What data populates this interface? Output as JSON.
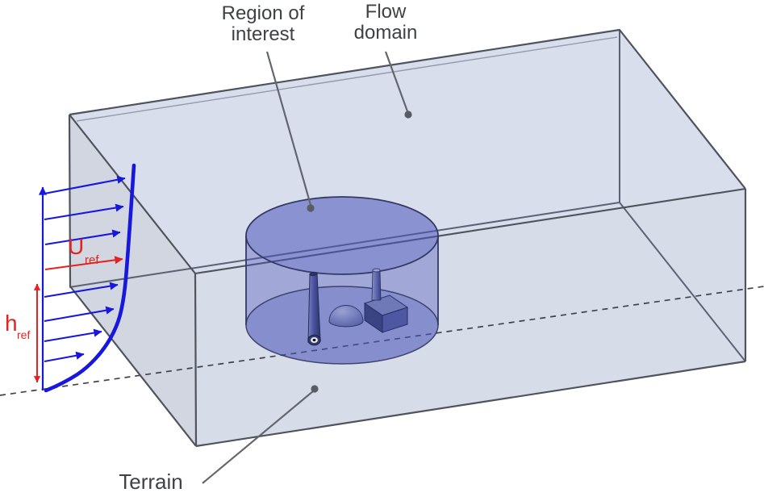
{
  "annotations": {
    "region_of_interest": {
      "line1": "Region of",
      "line2": "interest"
    },
    "flow_domain": {
      "line1": "Flow",
      "line2": "domain"
    },
    "terrain": {
      "label": "Terrain"
    },
    "u_ref": {
      "symbol": "U",
      "subscript": "ref"
    },
    "h_ref": {
      "symbol": "h",
      "subscript": "ref"
    }
  },
  "colors": {
    "profile_blue": "#1717dd",
    "annotation_red": "#e42320",
    "box_edge": "#4e535c",
    "interior_edge": "#5c6274",
    "ground_dash": "#3f434b",
    "leader_gray": "#63666d",
    "dot_gray": "#585c64",
    "label_text": "#3e4245",
    "face_top": "#d9deed",
    "face_left": "#d2d6e1",
    "face_right": "#d7dce9",
    "cylinder_fill": "#4a53bb",
    "cylinder_stroke": "#323a63",
    "building_top": "#7079b7",
    "building_side": "#4d57a2",
    "building_shadow": "#3a4384",
    "dome_light": "#99a1d3",
    "dome_dark": "#4b56a0"
  }
}
